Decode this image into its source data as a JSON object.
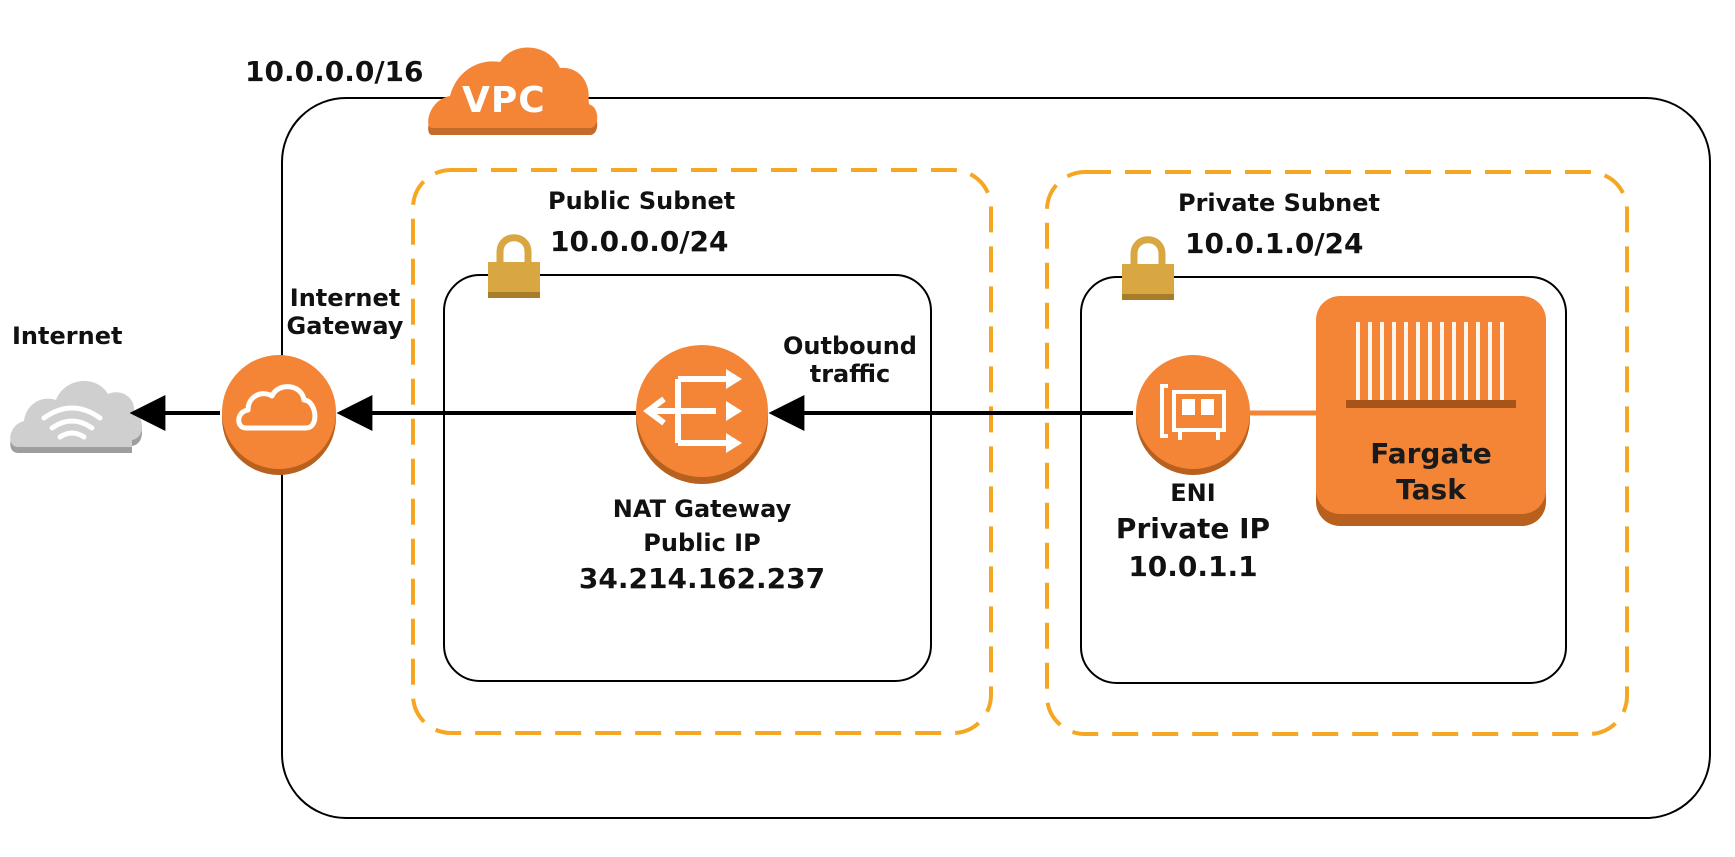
{
  "vpc": {
    "badge": "VPC",
    "cidr": "10.0.0.0/16"
  },
  "internet": {
    "label": "Internet"
  },
  "internet_gateway": {
    "label_line1": "Internet",
    "label_line2": "Gateway"
  },
  "public_subnet": {
    "title": "Public Subnet",
    "cidr": "10.0.0.0/24"
  },
  "private_subnet": {
    "title": "Private Subnet",
    "cidr": "10.0.1.0/24"
  },
  "nat_gateway": {
    "label_line1": "NAT Gateway",
    "label_line2": "Public IP",
    "ip": "34.214.162.237"
  },
  "flow": {
    "label_line1": "Outbound",
    "label_line2": "traffic"
  },
  "eni": {
    "label": "ENI",
    "label_line2": "Private IP",
    "ip": "10.0.1.1"
  },
  "fargate": {
    "label_line1": "Fargate",
    "label_line2": "Task"
  },
  "colors": {
    "aws_orange": "#F58536",
    "aws_orange_dark": "#B8601E",
    "dash_orange": "#F5A623",
    "lock_gold": "#D9A741",
    "cloud_grey": "#BDBDBD",
    "line": "#000000"
  }
}
